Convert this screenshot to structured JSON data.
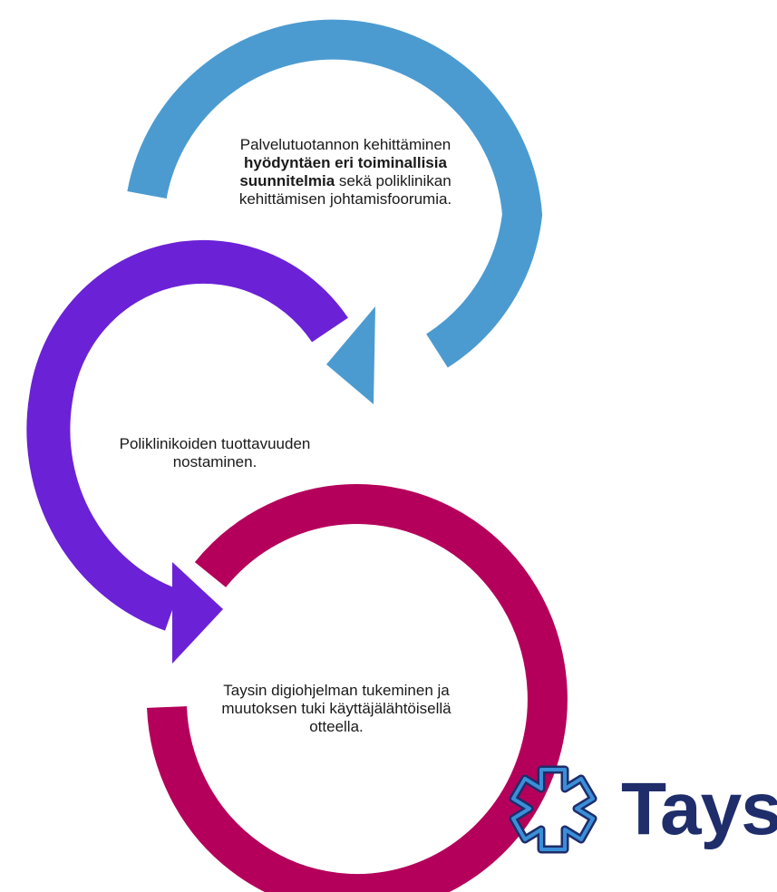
{
  "steps": [
    {
      "text_before": "Palvelutuotannon kehittäminen ",
      "text_bold": "hyödyntäen eri toiminallisia suunnitelmia",
      "text_after": " sekä poliklinikan kehittämisen johtamisfoorumia."
    },
    {
      "text": "Poliklinikoiden tuottavuuden nostaminen."
    },
    {
      "text": "Taysin digiohjelman tukeminen ja muutoksen tuki käyttäjälähtöisellä otteella."
    }
  ],
  "logo": {
    "text": "Tays"
  },
  "colors": {
    "arrow1": "#4b9bd1",
    "arrow2": "#6b21d6",
    "arrow3": "#b5005b",
    "logo_text": "#1f2d6b",
    "logo_icon": "#3a8fd8",
    "logo_icon_outline": "#1f2d6b"
  }
}
